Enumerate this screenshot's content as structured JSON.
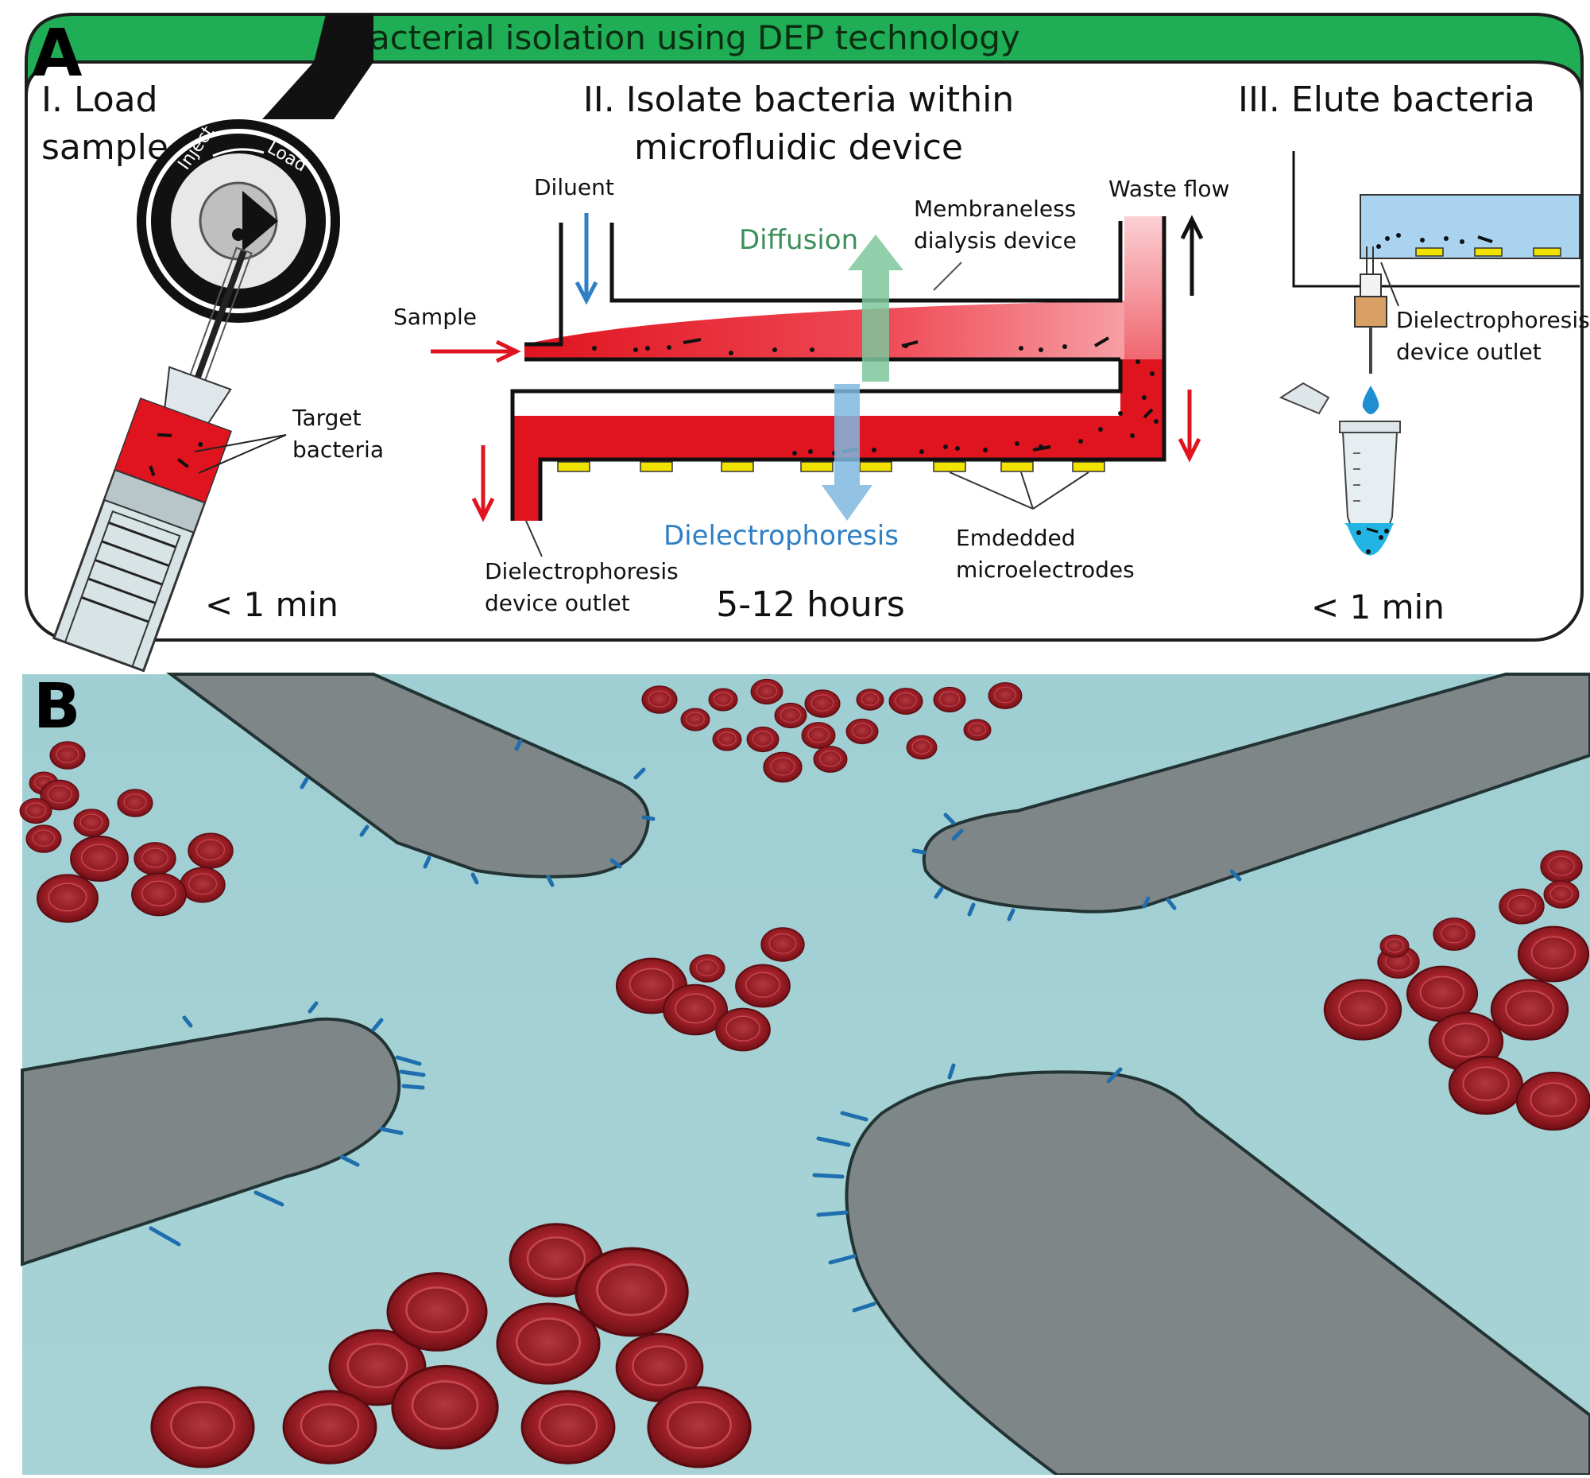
{
  "panel_a": {
    "letter": "A",
    "banner_title": "Bacterial isolation using DEP technology",
    "step1": {
      "line1": "I. Load",
      "line2": "sample"
    },
    "step2": {
      "line1": "II. Isolate bacteria within",
      "line2": "microfluidic device"
    },
    "step3": {
      "line1": "III. Elute bacteria"
    },
    "valve": {
      "inject": "Inject",
      "load": "Load"
    },
    "labels": {
      "target": "Target",
      "bacteria": "bacteria",
      "diluent": "Diluent",
      "sample": "Sample",
      "diffusion": "Diffusion",
      "membraneless": "Membraneless",
      "dialysis_device": "dialysis device",
      "waste_flow": "Waste flow",
      "dielectrophoresis": "Dielectrophoresis",
      "dep_outlet_1": "Dielectrophoresis",
      "dep_outlet_2": "device outlet",
      "embedded_1": "Emdedded",
      "embedded_2": "microelectrodes",
      "outlet3_1": "Dielectrophoresis",
      "outlet3_2": "device outlet"
    },
    "times": {
      "t1": "< 1 min",
      "t2": "5-12 hours",
      "t3": "< 1 min"
    }
  },
  "panel_b": {
    "letter": "B"
  },
  "colors": {
    "banner": "#1fae55",
    "banner_text": "#0b2e12",
    "sample_red": "#e0141f",
    "diluent_blue": "#2f7fc4",
    "diffusion_green": "#3c8f5a",
    "dep_blue": "#2f7fc4",
    "electrode_yellow": "#f2e200",
    "channel_fluid": "#a5d1d5",
    "electrode_gray": "#7f8688",
    "cell_red": "#9e1c24"
  }
}
